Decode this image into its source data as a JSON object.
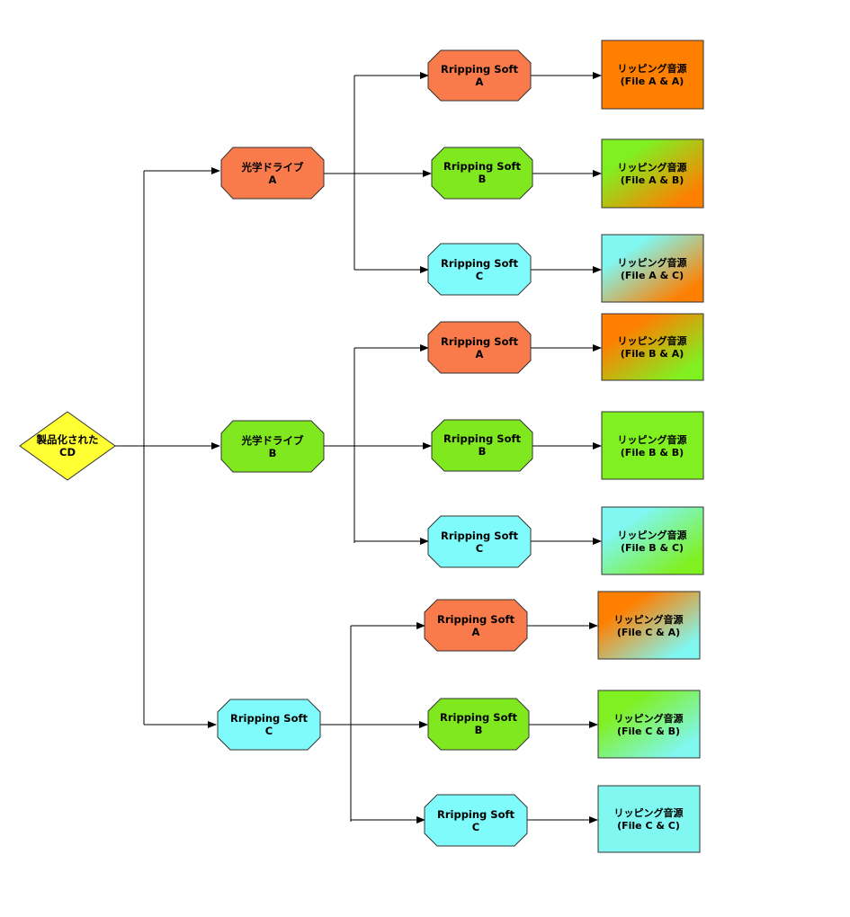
{
  "colors": {
    "orange": "#f97a4a",
    "green": "#7fe81f",
    "cyan": "#80fbfb",
    "yellow": "#ffff33",
    "outline": "#333333",
    "file_a": "#ff7f00",
    "file_b": "#80f020",
    "file_c": "#80f7f0"
  },
  "root": {
    "line1": "製品化された",
    "line2": "CD"
  },
  "stage1": [
    {
      "line1": "光学ドライブ",
      "line2": "A",
      "color": "orange"
    },
    {
      "line1": "光学ドライブ",
      "line2": "B",
      "color": "green"
    },
    {
      "line1": "Rripping Soft",
      "line2": "C",
      "color": "cyan"
    }
  ],
  "stage2": [
    {
      "line1": "Rripping Soft",
      "line2": "A",
      "color": "orange"
    },
    {
      "line1": "Rripping Soft",
      "line2": "B",
      "color": "green"
    },
    {
      "line1": "Rripping Soft",
      "line2": "C",
      "color": "cyan"
    },
    {
      "line1": "Rripping Soft",
      "line2": "A",
      "color": "orange"
    },
    {
      "line1": "Rripping Soft",
      "line2": "B",
      "color": "green"
    },
    {
      "line1": "Rripping Soft",
      "line2": "C",
      "color": "cyan"
    },
    {
      "line1": "Rripping Soft",
      "line2": "A",
      "color": "orange"
    },
    {
      "line1": "Rripping Soft",
      "line2": "B",
      "color": "green"
    },
    {
      "line1": "Rripping Soft",
      "line2": "C",
      "color": "cyan"
    }
  ],
  "outputs": [
    {
      "line1": "リッピング音源",
      "line2": "(File A & A)",
      "from": "file_a",
      "to": "file_a"
    },
    {
      "line1": "リッピング音源",
      "line2": "(File A & B)",
      "from": "file_b",
      "to": "file_a"
    },
    {
      "line1": "リッピング音源",
      "line2": "(File A & C)",
      "from": "file_c",
      "to": "file_a"
    },
    {
      "line1": "リッピング音源",
      "line2": "(File B & A)",
      "from": "file_a",
      "to": "file_b"
    },
    {
      "line1": "リッピング音源",
      "line2": "(File B & B)",
      "from": "file_b",
      "to": "file_b"
    },
    {
      "line1": "リッピング音源",
      "line2": "(File B & C)",
      "from": "file_c",
      "to": "file_b"
    },
    {
      "line1": "リッピング音源",
      "line2": "(File C & A)",
      "from": "file_a",
      "to": "file_c"
    },
    {
      "line1": "リッピング音源",
      "line2": "(File C & B)",
      "from": "file_b",
      "to": "file_c"
    },
    {
      "line1": "リッピング音源",
      "line2": "(File C & C)",
      "from": "file_c",
      "to": "file_c"
    }
  ]
}
